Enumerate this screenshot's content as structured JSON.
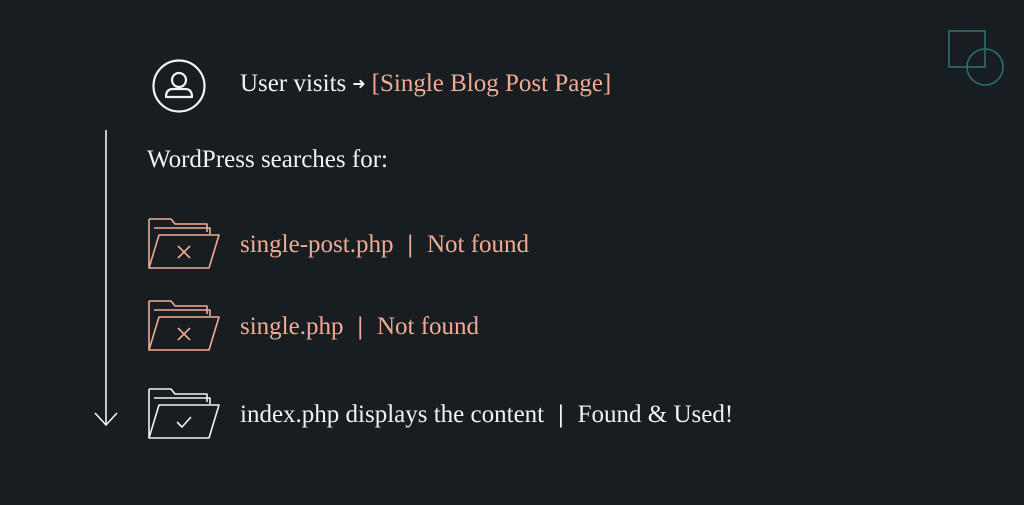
{
  "user": {
    "prefix": "User visits",
    "target": "[Single Blog Post Page]",
    "icon": "user-icon"
  },
  "heading": "WordPress searches for:",
  "rows": [
    {
      "file": "single-post.php",
      "separator": "|",
      "status": "Not found",
      "icon": "folder-x-icon",
      "color": "#f2ab93"
    },
    {
      "file": "single.php",
      "separator": "|",
      "status": "Not found",
      "icon": "folder-x-icon",
      "color": "#f2ab93"
    },
    {
      "file": "index.php displays the content",
      "separator": "|",
      "status": "Found & Used!",
      "icon": "folder-check-icon",
      "color": "#f2f2f2"
    }
  ],
  "colors": {
    "background": "#181d22",
    "accent": "#f2ab93",
    "text": "#f2f2f2",
    "logo": "#2f6e6e"
  }
}
